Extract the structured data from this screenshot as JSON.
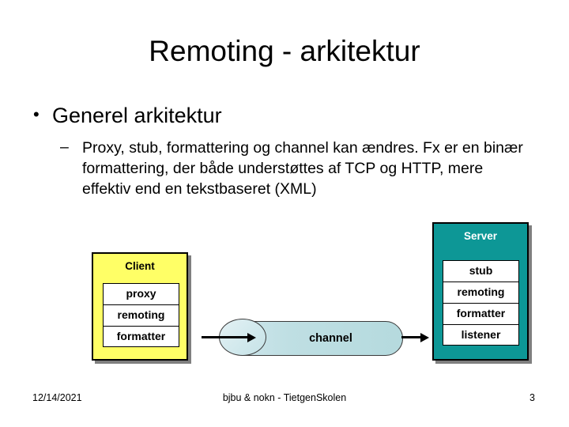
{
  "slide": {
    "title": "Remoting - arkitektur",
    "bullets": [
      {
        "level": 1,
        "marker": "•",
        "text": "Generel arkitektur"
      },
      {
        "level": 2,
        "marker": "–",
        "lines": [
          "Proxy, stub, formattering og channel kan ændres. Fx er en binær",
          "formattering, der både understøttes af TCP og HTTP, mere",
          "effektiv end en tekstbaseret (XML)"
        ]
      }
    ]
  },
  "diagram": {
    "client": {
      "title": "Client",
      "fill_color": "#ffff66",
      "text_color": "#000000",
      "cells": [
        "proxy",
        "remoting",
        "formatter"
      ]
    },
    "server": {
      "title": "Server",
      "fill_color": "#0d9796",
      "text_color": "#ffffff",
      "cells": [
        "stub",
        "remoting",
        "formatter",
        "listener"
      ]
    },
    "channel": {
      "label": "channel",
      "fill_color": "#bfdfe3"
    },
    "arrows": [
      {
        "name": "client-to-channel",
        "direction": "right"
      },
      {
        "name": "channel-to-server",
        "direction": "right"
      }
    ]
  },
  "footer": {
    "date": "12/14/2021",
    "center": "bjbu & nokn - TietgenSkolen",
    "page": "3"
  }
}
